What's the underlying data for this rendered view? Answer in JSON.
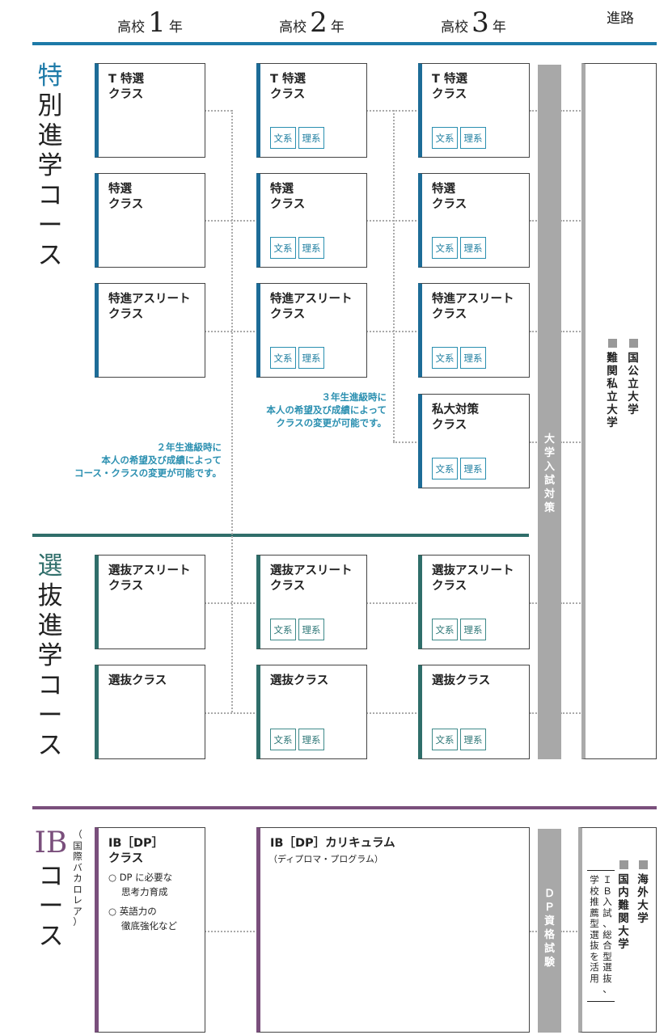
{
  "headers": [
    {
      "prefix": "高校",
      "num": "1",
      "suffix": "年"
    },
    {
      "prefix": "高校",
      "num": "2",
      "suffix": "年"
    },
    {
      "prefix": "高校",
      "num": "3",
      "suffix": "年"
    },
    {
      "prefix": "",
      "num": "",
      "suffix": "進路"
    }
  ],
  "colors": {
    "blue": "#1d6c97",
    "teal": "#2f6e6a",
    "purple": "#7a4f7c",
    "note": "#2a8fb0",
    "gray": "#a8a8a8"
  },
  "courses": {
    "tokubetsu": {
      "title": [
        "特",
        "別",
        "進",
        "学",
        "コ",
        "ー",
        "ス"
      ],
      "classes": {
        "r1c1": "T 特選\nクラス",
        "r1c2": "T 特選\nクラス",
        "r1c3": "T 特選\nクラス",
        "r2c1": "特選\nクラス",
        "r2c2": "特選\nクラス",
        "r2c3": "特選\nクラス",
        "r3c1": "特進アスリート\nクラス",
        "r3c2": "特進アスリート\nクラス",
        "r3c3": "特進アスリート\nクラス",
        "r4c3": "私大対策\nクラス"
      }
    },
    "senbatsu": {
      "title": [
        "選",
        "抜",
        "進",
        "学",
        "コ",
        "ー",
        "ス"
      ],
      "classes": {
        "r1c1": "選抜アスリート\nクラス",
        "r1c2": "選抜アスリート\nクラス",
        "r1c3": "選抜アスリート\nクラス",
        "r2c1": "選抜クラス",
        "r2c2": "選抜クラス",
        "r2c3": "選抜クラス"
      }
    },
    "ib": {
      "title_latin": "IB",
      "title_kana": [
        "コ",
        "ー",
        "ス"
      ],
      "paren": [
        "（",
        "国",
        "際",
        "バ",
        "カ",
        "ロ",
        "レ",
        "ア",
        "）"
      ],
      "class1": "IB［DP］\nクラス",
      "class1_points": [
        "○ DP に必要な",
        "思考力育成",
        "○ 英語力の",
        "徹底強化など"
      ],
      "class2": "IB［DP］カリキュラム",
      "class2_sub": "（ディプロマ・プログラム）"
    }
  },
  "tags": {
    "bunkei": "文系",
    "rikei": "理系"
  },
  "notes": {
    "grade3": [
      "３年生進級時に",
      "本人の希望及び成績によって",
      "クラスの変更が可能です。"
    ],
    "grade2": [
      "２年生進級時に",
      "本人の希望及び成績によって",
      "コース・クラスの変更が可能です。"
    ]
  },
  "bars": {
    "exam": [
      "大",
      "学",
      "入",
      "試",
      "対",
      "策"
    ],
    "dp": [
      "Ｄ",
      "Ｐ",
      "資",
      "格",
      "試",
      "験"
    ]
  },
  "destinations": {
    "general": {
      "col1": [
        "国",
        "公",
        "立",
        "大",
        "学"
      ],
      "col2": [
        "難",
        "関",
        "私",
        "立",
        "大",
        "学"
      ]
    },
    "ib": {
      "col1": [
        "海",
        "外",
        "大",
        "学"
      ],
      "col2": [
        "国",
        "内",
        "難",
        "関",
        "大",
        "学"
      ],
      "bracket_a": [
        "Ｉ",
        "Ｂ",
        "入",
        "試",
        "、",
        "総",
        "合",
        "型",
        "選",
        "抜",
        "、"
      ],
      "bracket_b": [
        "学",
        "校",
        "推",
        "薦",
        "型",
        "選",
        "抜",
        "を",
        "活",
        "用"
      ]
    }
  }
}
